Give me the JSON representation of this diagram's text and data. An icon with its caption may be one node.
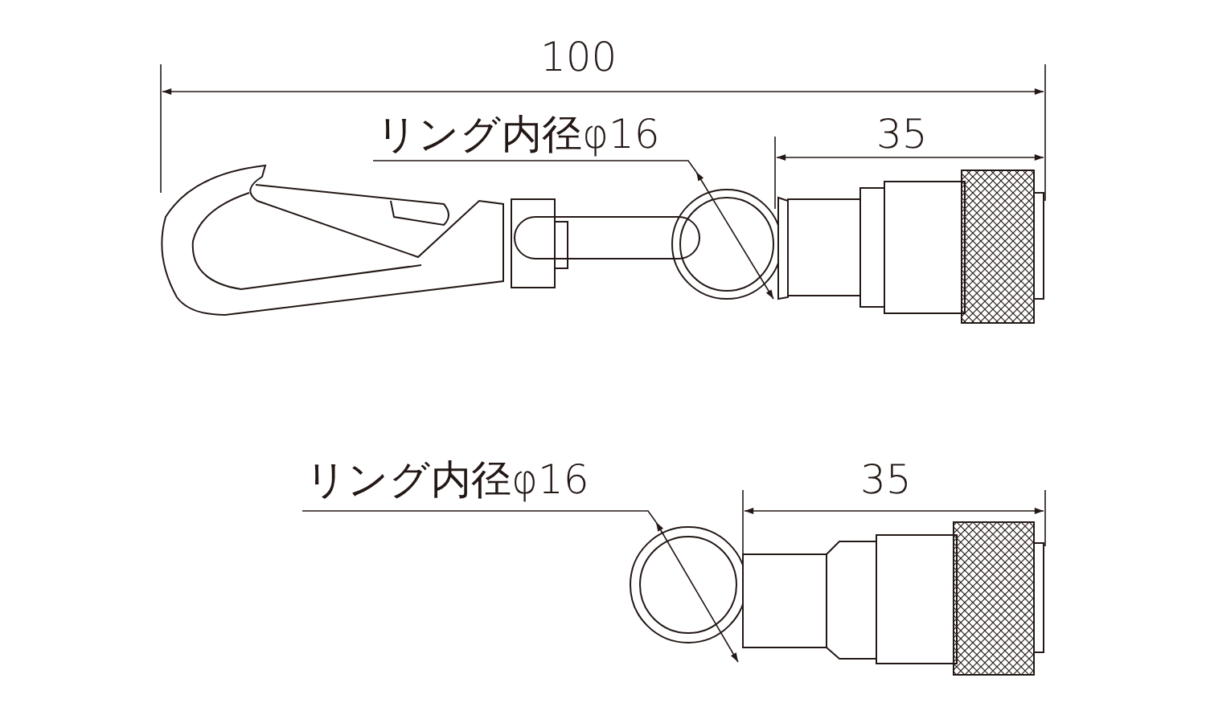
{
  "diagram": {
    "labels": [
      "100",
      "リング内径φ16",
      "35",
      "リング内径φ16",
      "35"
    ]
  }
}
